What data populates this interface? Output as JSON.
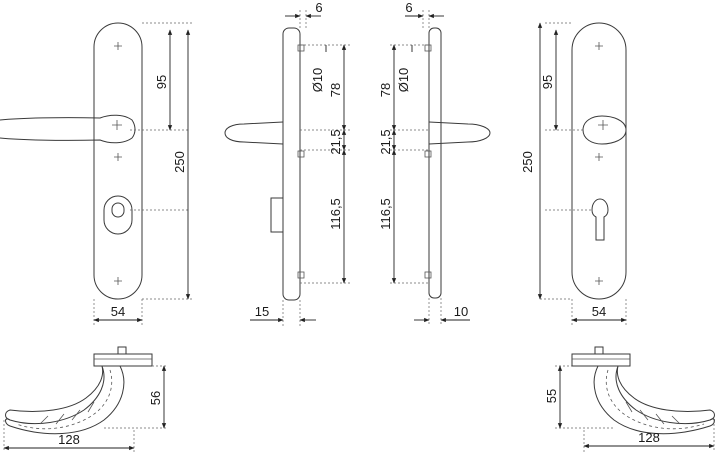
{
  "dimensions": {
    "front_left": {
      "plate_width": "54",
      "handle_height": "95",
      "plate_height": "250"
    },
    "side_left": {
      "offset_top": "6",
      "bore_dia": "Ø10",
      "spacing_78": "78",
      "spacing_21": "21,5",
      "spacing_116": "116,5",
      "thickness": "15"
    },
    "side_right": {
      "offset_top": "6",
      "bore_dia": "Ø10",
      "spacing_78": "78",
      "spacing_21": "21,5",
      "spacing_116": "116,5",
      "thickness": "10"
    },
    "front_right": {
      "plate_width": "54",
      "handle_height": "95",
      "plate_height": "250"
    },
    "lever_left": {
      "projection": "56",
      "length": "128"
    },
    "lever_right": {
      "projection": "55",
      "length": "128"
    }
  }
}
